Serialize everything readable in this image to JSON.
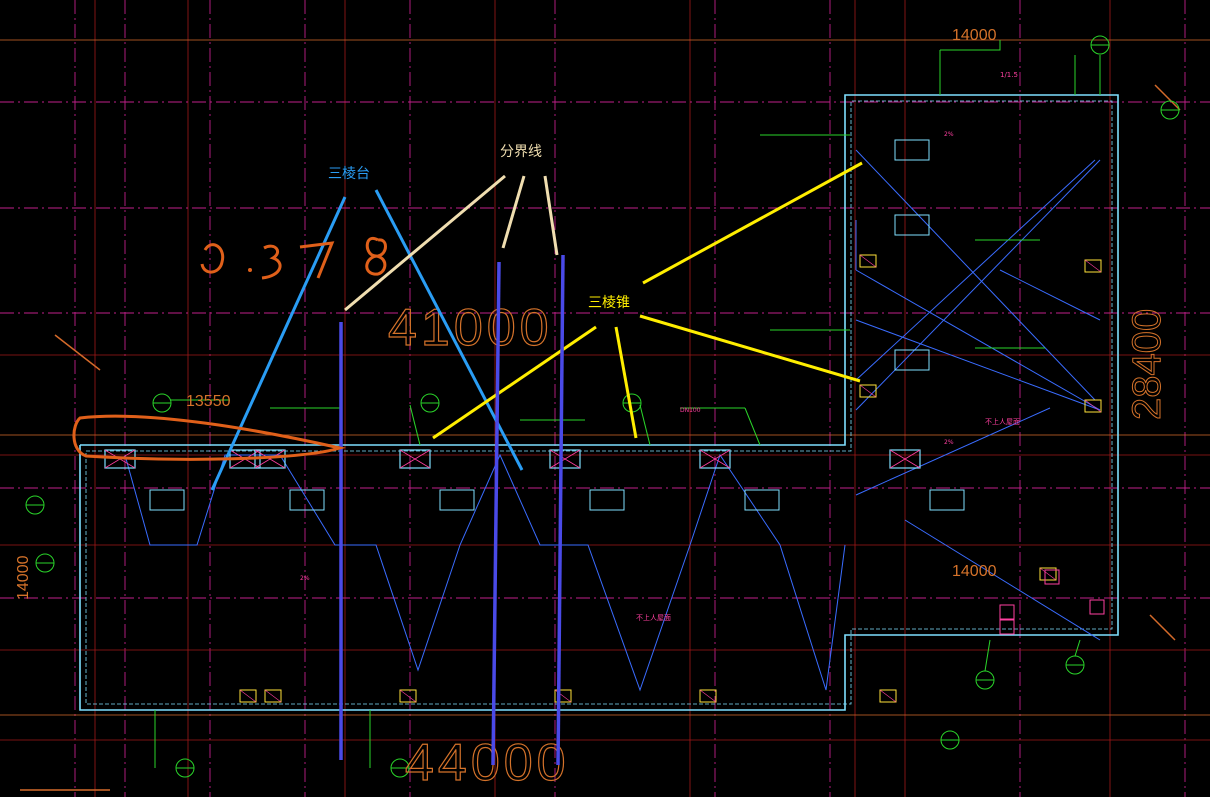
{
  "colors": {
    "background": "#000000",
    "grid_magenta": "#c0208a",
    "grid_red": "#a01818",
    "grid_orange": "#d46a2a",
    "wall_cyan": "#7fe0ff",
    "slope_blue": "#3a6cff",
    "leader_green": "#2ad42a",
    "tag_red": "#e0303a",
    "text_yellow": "#ffe23a",
    "text_white": "#ffffff",
    "ann_blue": "#2a9df4",
    "ann_tan": "#f0deb0",
    "ann_yellow": "#ffee00",
    "ann_navy": "#4a4ae8",
    "ann_orange": "#e0601a",
    "accent_orange": "#d4722a"
  },
  "annotations": {
    "frustum_label": "三棱台",
    "boundary_label": "分界线",
    "pyramid_label": "三棱锥",
    "handwritten_number": "0.378"
  },
  "dimensions": {
    "top_overall": "41000",
    "bottom_overall": "44000",
    "right_block_top": "14000",
    "right_block_lower": "14000",
    "right_vertical": "28400",
    "left_vertical": "14000",
    "left_top_segment": "13550"
  },
  "drawing_notes": {
    "plan_level_note": "不上人屋面",
    "top_tag": "1/1.5",
    "drain_tag": "DN100",
    "slope_tag": "2%"
  }
}
